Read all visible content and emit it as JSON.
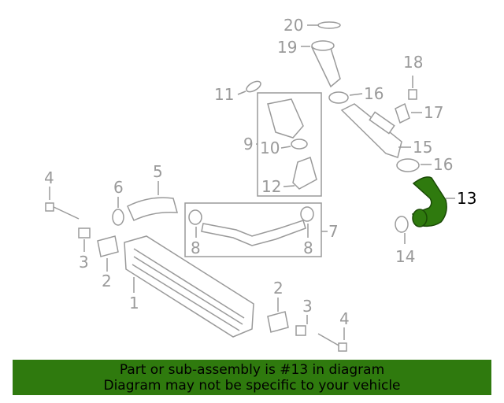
{
  "diagram": {
    "highlight_color": "#2f7a0e",
    "callouts": {
      "c1": "1",
      "c2a": "2",
      "c2b": "2",
      "c3a": "3",
      "c3b": "3",
      "c4a": "4",
      "c4b": "4",
      "c5": "5",
      "c6": "6",
      "c7": "7",
      "c8a": "8",
      "c8b": "8",
      "c9": "9",
      "c10": "10",
      "c11": "11",
      "c12": "12",
      "c13": "13",
      "c14": "14",
      "c15": "15",
      "c16a": "16",
      "c16b": "16",
      "c17": "17",
      "c18": "18",
      "c19": "19",
      "c20": "20"
    }
  },
  "banner": {
    "line1": "Part or sub-assembly is #13 in diagram",
    "line2": "Diagram may not be specific to your vehicle"
  }
}
